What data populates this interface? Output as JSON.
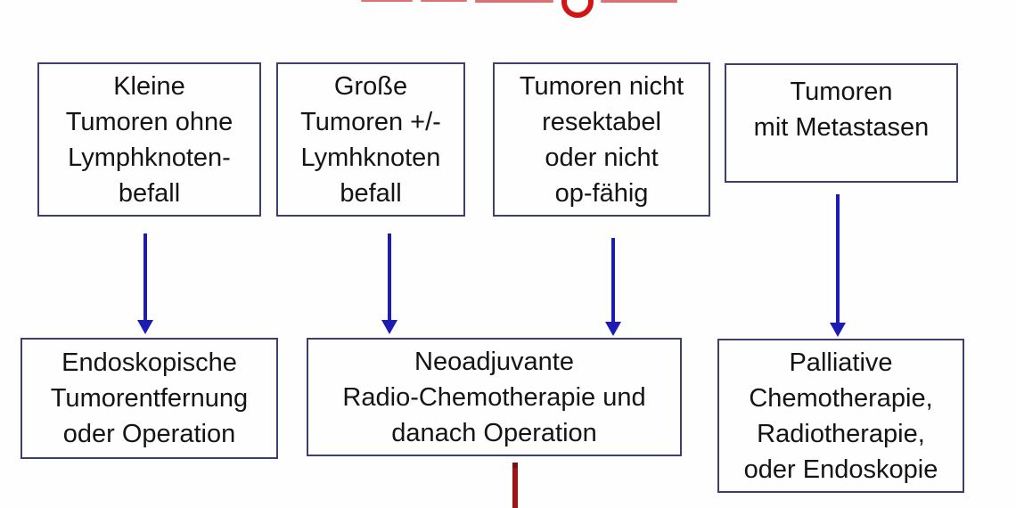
{
  "diagram": {
    "title_remnant": {
      "note_color": "#d41414"
    },
    "top_boxes": [
      {
        "lines": [
          "Kleine",
          "Tumoren ohne",
          "Lymphknoten-",
          "befall"
        ]
      },
      {
        "lines": [
          "Große",
          "Tumoren +/-",
          "Lymhknoten",
          "befall"
        ]
      },
      {
        "lines": [
          "Tumoren nicht",
          "resektabel",
          "oder nicht",
          "op-fähig"
        ]
      },
      {
        "lines": [
          "Tumoren",
          "mit Metastasen"
        ]
      }
    ],
    "bottom_boxes": [
      {
        "lines": [
          "Endoskopische",
          "Tumorentfernung",
          "oder Operation"
        ]
      },
      {
        "lines": [
          "Neoadjuvante",
          "Radio-Chemotherapie und",
          "danach Operation"
        ]
      },
      {
        "lines": [
          "Palliative",
          "Chemotherapie,",
          "Radiotherapie,",
          "oder Endoskopie"
        ]
      }
    ],
    "colors": {
      "box_border": "#3f3f6e",
      "arrow_blue": "#1c1cb4",
      "continuation_red": "#a31313",
      "title_red": "#d41414",
      "text": "#141414"
    }
  }
}
